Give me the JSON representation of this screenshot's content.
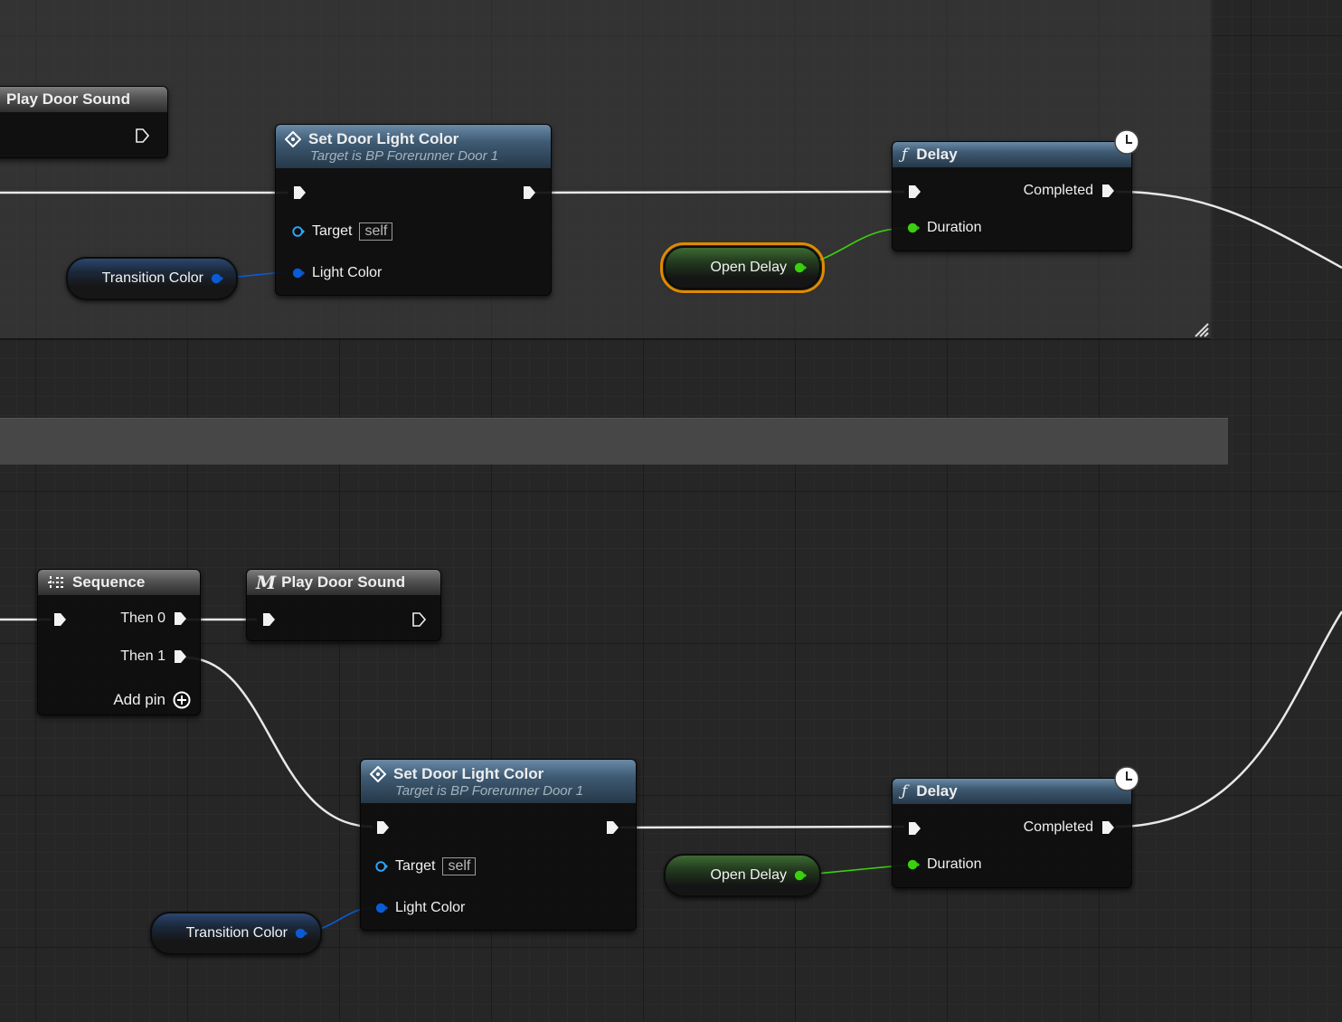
{
  "top_group": {
    "play_door_sound": {
      "title": "Play Door Sound"
    },
    "set_door_light_color": {
      "title": "Set Door Light Color",
      "subtitle": "Target is BP Forerunner Door 1",
      "target_label": "Target",
      "target_value": "self",
      "light_color_label": "Light Color"
    },
    "transition_color": {
      "label": "Transition Color"
    },
    "open_delay": {
      "label": "Open Delay",
      "selected": true
    },
    "delay": {
      "title": "Delay",
      "completed_label": "Completed",
      "duration_label": "Duration"
    }
  },
  "bottom_group": {
    "sequence": {
      "title": "Sequence",
      "then0": "Then 0",
      "then1": "Then 1",
      "add_pin": "Add pin"
    },
    "play_door_sound": {
      "title": "Play Door Sound"
    },
    "set_door_light_color": {
      "title": "Set Door Light Color",
      "subtitle": "Target is BP Forerunner Door 1",
      "target_label": "Target",
      "target_value": "self",
      "light_color_label": "Light Color"
    },
    "transition_color": {
      "label": "Transition Color"
    },
    "open_delay": {
      "label": "Open Delay",
      "selected": false
    },
    "delay": {
      "title": "Delay",
      "completed_label": "Completed",
      "duration_label": "Duration"
    }
  },
  "colors": {
    "exec_wire": "#e8e8e8",
    "float_pin": "#3bd00f",
    "struct_pin": "#0a5bd6",
    "selection": "#e08a00"
  },
  "icons": [
    "function-icon",
    "macro-icon",
    "sequence-icon",
    "clock-icon",
    "exec-pin-icon",
    "add-pin-icon"
  ]
}
